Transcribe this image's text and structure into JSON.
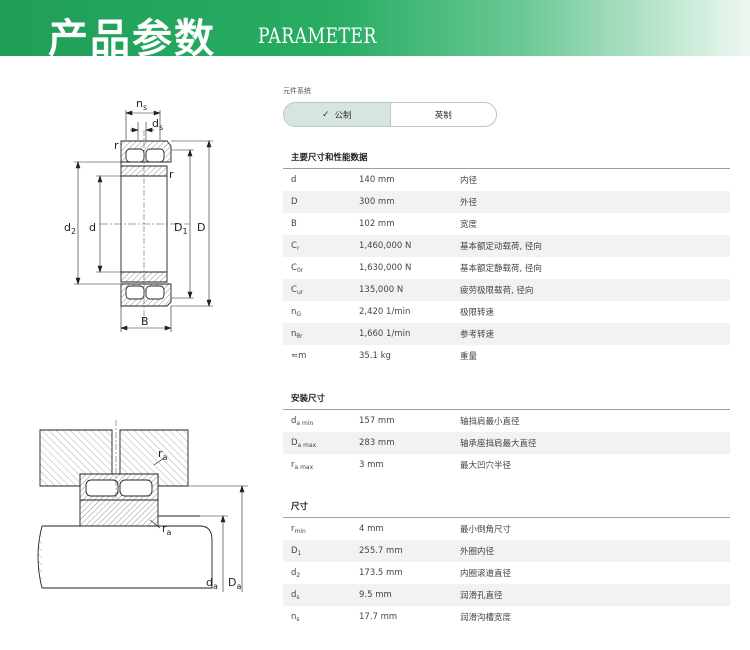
{
  "banner": {
    "title_cn": "产品参数",
    "title_en": "PARAMETER"
  },
  "unit_system": {
    "label": "元件系统",
    "options": [
      {
        "label": "公制",
        "selected": true
      },
      {
        "label": "英制",
        "selected": false
      }
    ]
  },
  "drawing_labels": {
    "ns": "n",
    "ns_sub": "s",
    "ds": "d",
    "ds_sub": "s",
    "r_left": "r",
    "r_right": "r",
    "d2": "d",
    "d2_sub": "2",
    "d": "d",
    "D1": "D",
    "D1_sub": "1",
    "D": "D",
    "B": "B",
    "ra_top": "r",
    "ra_top_sub": "a",
    "ra_bottom": "r",
    "ra_bottom_sub": "a",
    "da": "d",
    "da_sub": "a",
    "Da": "D",
    "Da_sub": "a"
  },
  "sections": [
    {
      "title": "主要尺寸和性能数据",
      "rows": [
        {
          "sym": "d",
          "sub": "",
          "value": "140 mm",
          "desc": "内径"
        },
        {
          "sym": "D",
          "sub": "",
          "value": "300 mm",
          "desc": "外径"
        },
        {
          "sym": "B",
          "sub": "",
          "value": "102 mm",
          "desc": "宽度"
        },
        {
          "sym": "C",
          "sub": "r",
          "value": "1,460,000 N",
          "desc": "基本额定动载荷, 径向"
        },
        {
          "sym": "C",
          "sub": "0r",
          "value": "1,630,000 N",
          "desc": "基本额定静载荷, 径向"
        },
        {
          "sym": "C",
          "sub": "ur",
          "value": "135,000 N",
          "desc": "疲劳极限载荷, 径向"
        },
        {
          "sym": "n",
          "sub": "G",
          "value": "2,420 1/min",
          "desc": "极限转速"
        },
        {
          "sym": "n",
          "sub": "θr",
          "value": "1,660 1/min",
          "desc": "参考转速"
        },
        {
          "sym": "≈m",
          "sub": "",
          "value": "35.1 kg",
          "desc": "重量"
        }
      ]
    },
    {
      "title": "安装尺寸",
      "rows": [
        {
          "sym": "d",
          "sub": "a min",
          "value": "157 mm",
          "desc": "轴挡肩最小直径"
        },
        {
          "sym": "D",
          "sub": "a max",
          "value": "283 mm",
          "desc": "轴承座挡肩最大直径"
        },
        {
          "sym": "r",
          "sub": "a max",
          "value": "3 mm",
          "desc": "最大凹穴半径"
        }
      ]
    },
    {
      "title": "尺寸",
      "rows": [
        {
          "sym": "r",
          "sub": "min",
          "value": "4 mm",
          "desc": "最小倒角尺寸"
        },
        {
          "sym": "D",
          "sub": "1",
          "value": "255.7 mm",
          "desc": "外圈内径"
        },
        {
          "sym": "d",
          "sub": "2",
          "value": "173.5 mm",
          "desc": "内圈滚道直径"
        },
        {
          "sym": "d",
          "sub": "s",
          "value": "9.5 mm",
          "desc": "润滑孔直径"
        },
        {
          "sym": "n",
          "sub": "s",
          "value": "17.7 mm",
          "desc": "润滑沟槽宽度"
        }
      ]
    }
  ]
}
